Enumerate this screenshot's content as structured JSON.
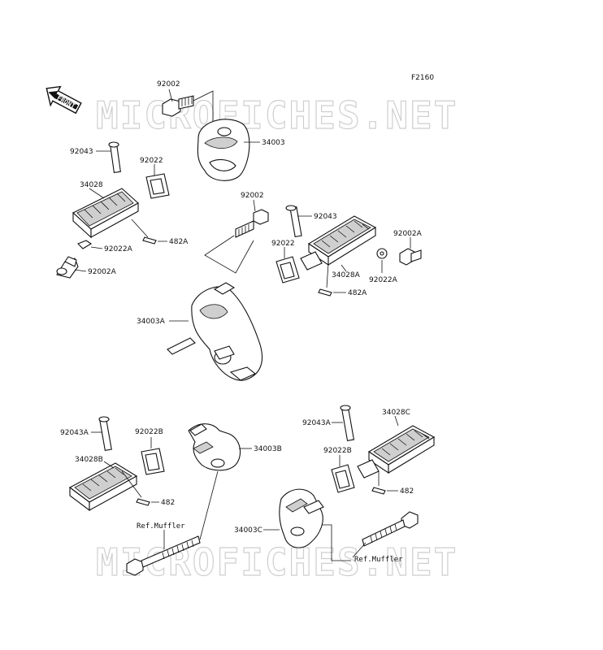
{
  "diagram_code": "F2160",
  "front_label": "FRONT",
  "watermark": "MICROFICHES.NET",
  "colors": {
    "line": "#111111",
    "watermark": "#cfcfcf",
    "shade": "#cfcfcf"
  },
  "labels": {
    "l_92002_top": "92002",
    "l_34003": "34003",
    "l_92043_left": "92043",
    "l_92022_left": "92022",
    "l_34028": "34028",
    "l_92022A_left": "92022A",
    "l_482A_left": "482A",
    "l_92002A_left": "92002A",
    "l_92002_mid": "92002",
    "l_92043_right": "92043",
    "l_92022_right": "92022",
    "l_92002A_right": "92002A",
    "l_92022A_right": "92022A",
    "l_34028A": "34028A",
    "l_482A_right": "482A",
    "l_34003A": "34003A",
    "l_92043A_left": "92043A",
    "l_92022B_left": "92022B",
    "l_34003B": "34003B",
    "l_34028B": "34028B",
    "l_482_left": "482",
    "l_ref_muffler_left": "Ref.Muffler",
    "l_92043A_right": "92043A",
    "l_34028C": "34028C",
    "l_92022B_right": "92022B",
    "l_482_right": "482",
    "l_34003C": "34003C",
    "l_ref_muffler_right": "Ref.Muffler"
  }
}
